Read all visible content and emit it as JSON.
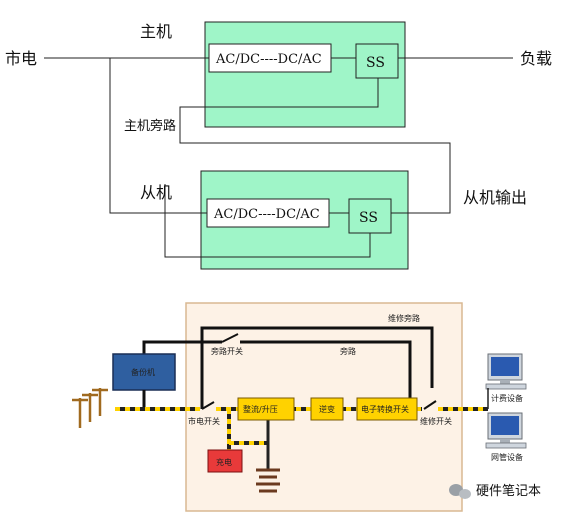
{
  "top_diagram": {
    "mains_label": "市电",
    "load_label": "负载",
    "host_label": "主机",
    "host_converter": "AC/DC----DC/AC",
    "host_switch": "SS",
    "host_bypass_label": "主机旁路",
    "slave_label": "从机",
    "slave_converter": "AC/DC----DC/AC",
    "slave_switch": "SS",
    "slave_output_label": "从机输出",
    "box_fill": "#9ff5c8"
  },
  "bottom_diagram": {
    "maintenance_bypass_label": "维修旁路",
    "bypass_switch_label": "旁路开关",
    "bypass_label": "旁路",
    "backup_label": "备份机",
    "rectifier_label": "整流/升压",
    "inverter_label": "逆变",
    "electronic_switch_label": "电子转换开关",
    "mains_switch_label": "市电开关",
    "maintenance_switch_label": "维修开关",
    "battery_label": "充电",
    "device_1_label": "计费设备",
    "device_2_label": "网管设备",
    "panel_fill": "#fdf2e6",
    "module_fill": "#ffd200",
    "backup_fill": "#2f5fa0",
    "battery_fill": "#e83a3a"
  },
  "watermark": {
    "text": "硬件笔记本"
  }
}
